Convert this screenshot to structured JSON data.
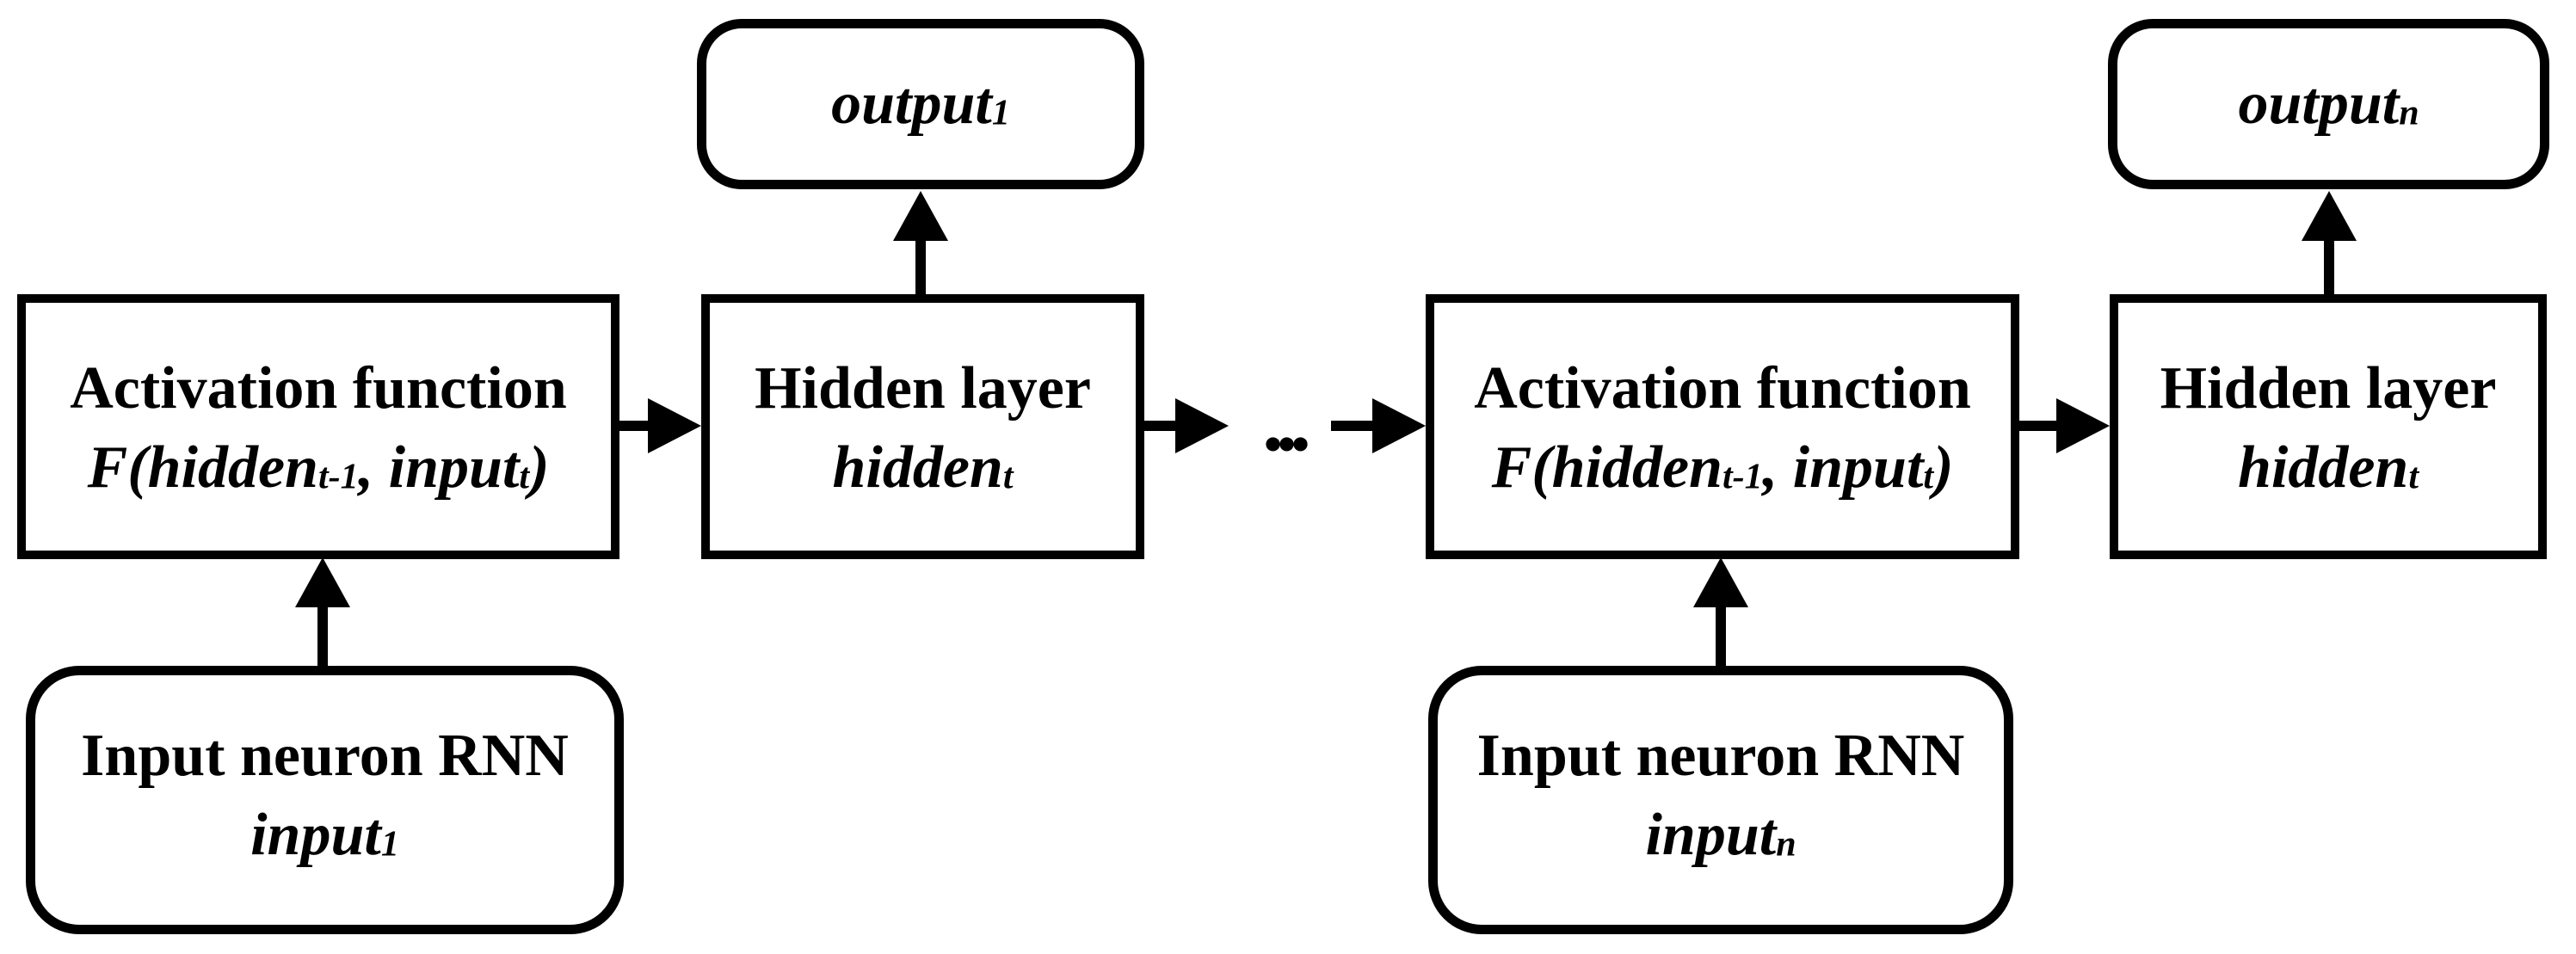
{
  "colors": {
    "background": "#ffffff",
    "stroke": "#000000",
    "text": "#000000"
  },
  "nodes": {
    "activation1": {
      "title": "Activation function",
      "formula": {
        "prefix": "F(hidden",
        "sub1": "t-1",
        "mid": ", input",
        "sub2": "t",
        "close": ")"
      }
    },
    "hidden1": {
      "title": "Hidden layer",
      "state": {
        "main": "hidden",
        "sub": "t"
      }
    },
    "output1": {
      "main": "output",
      "sub": "1"
    },
    "input1": {
      "title": "Input neuron RNN",
      "value": {
        "main": "input",
        "sub": "1"
      }
    },
    "activation2": {
      "title": "Activation function",
      "formula": {
        "prefix": "F(hidden",
        "sub1": "t-1",
        "mid": ", input",
        "sub2": "t",
        "close": ")"
      }
    },
    "hidden2": {
      "title": "Hidden layer",
      "state": {
        "main": "hidden",
        "sub": "t"
      }
    },
    "outputn": {
      "main": "output",
      "sub": "n"
    },
    "inputn": {
      "title": "Input neuron RNN",
      "value": {
        "main": "input",
        "sub": "n"
      }
    }
  },
  "connector": {
    "ellipsis": "..."
  }
}
